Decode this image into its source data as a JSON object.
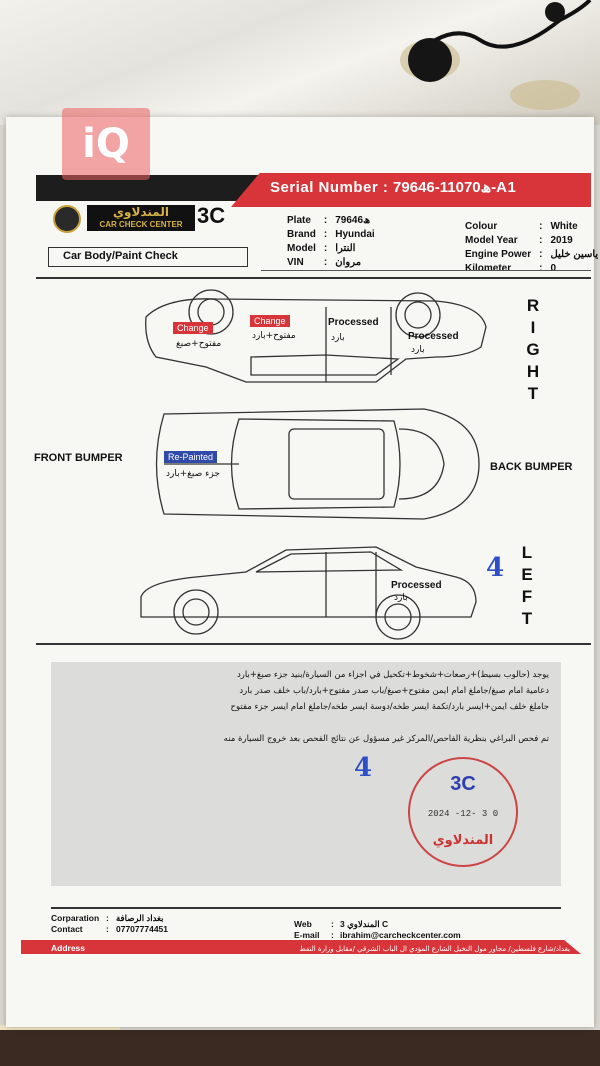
{
  "watermark": "iQ",
  "header": {
    "serial_label": "Serial Number :",
    "serial_value": "11070-79646-A1",
    "serial_suffix": "ﮪ",
    "logo_ar": "المندلاوي",
    "logo_en": "CAR CHECK CENTER",
    "logo_3c": "3C"
  },
  "vehicle": {
    "plate_label": "Plate",
    "plate_value": "ﮪ79646",
    "brand_label": "Brand",
    "brand_value": "Hyundai",
    "model_label": "Model",
    "model_value": "النترا",
    "vin_label": "VIN",
    "vin_value": "مروان",
    "colour_label": "Colour",
    "colour_value": "White",
    "year_label": "Model Year",
    "year_value": "2019",
    "engine_label": "Engine Power",
    "engine_value": "ياسين خليل",
    "km_label": "Kilometer",
    "km_value": "0"
  },
  "section_title": "Car Body/Paint Check",
  "diagram": {
    "right_letters": [
      "R",
      "I",
      "G",
      "H",
      "T"
    ],
    "left_letters": [
      "L",
      "E",
      "F",
      "T"
    ],
    "front_bumper": "FRONT BUMPER",
    "back_bumper": "BACK BUMPER",
    "right_tags": [
      {
        "label": "Change",
        "note": "مفتوح+صبغ"
      },
      {
        "label": "Change",
        "note": "مفتوح+بارد"
      },
      {
        "label": "Processed",
        "note": "بارد"
      },
      {
        "label": "Processed",
        "note": "بارد"
      }
    ],
    "top_tag": {
      "label": "Re-Painted",
      "note": "جزء صبغ+بارد"
    },
    "left_tag": {
      "label": "Processed",
      "note": "بارد"
    },
    "handwritten_number": "4"
  },
  "notes": {
    "lines": [
      "يوجد (حالوب بسيط)+رصعات+شخوط+تكحيل في اجزاء من السيارة/بنيد جزء صبغ+بارد",
      "دعامية امام صبغ/جاملغ امام ايمن مفتوح+صبغ/باب صدر مفتوح+بارد/باب خلف صدر بارد",
      "جاملغ خلف ايمن+ايسر بارد/تكمة ايسر طخه/دوسة ايسر طخه/جاملغ امام ايسر جزء مفتوح",
      "تم فحص البراغي بنظرية الفاحص/المركز غير مسؤول عن نتائج الفحص بعد خروج السيارة منه"
    ],
    "handwritten_number": "4"
  },
  "stamp": {
    "title": "3C",
    "date": "2024 -12- 3 0",
    "name": "المندلاوي"
  },
  "footer": {
    "corp_label": "Corparation",
    "corp_value": "بغداد الرصافة",
    "contact_label": "Contact",
    "contact_value": "07707774451",
    "web_label": "Web",
    "web_value": "3 المندلاوي C",
    "email_label": "E-mail",
    "email_value": "ibrahim@carcheckcenter.com",
    "address_label": "Address",
    "address_value": "بغداد/شارع فلسطين/ مجاور مول النخيل الشارع المؤدي ال الباب الشرقي /مقابل وزارة النفط"
  }
}
